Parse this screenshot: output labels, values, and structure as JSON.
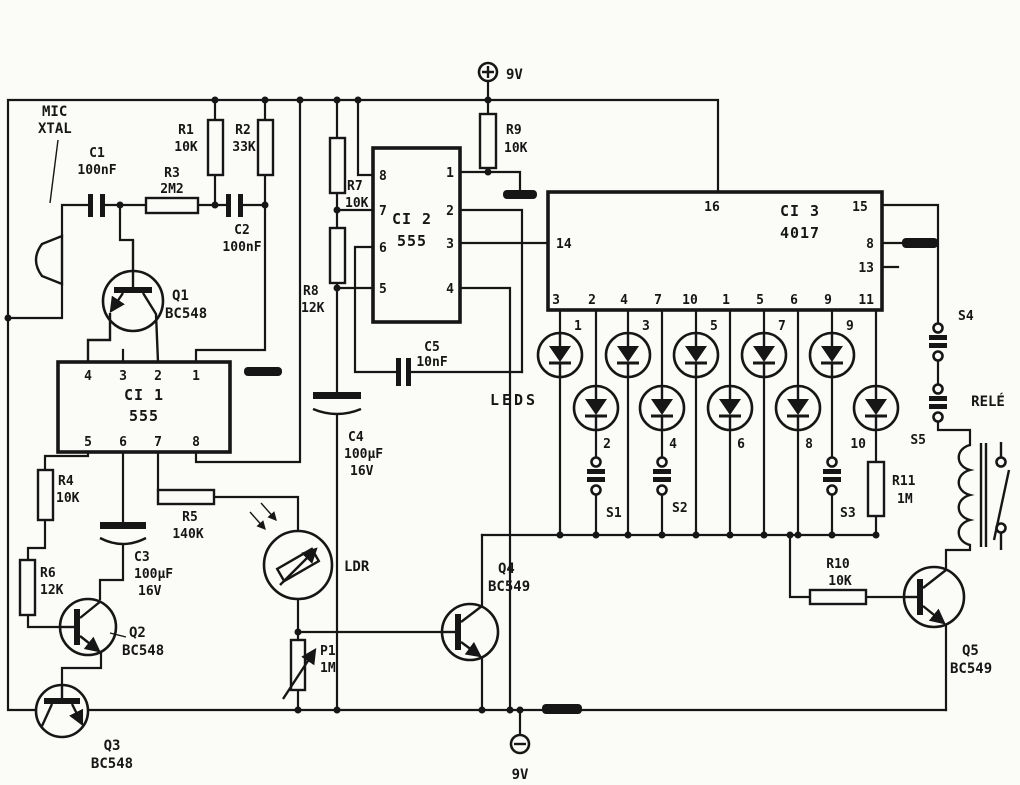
{
  "power": {
    "plus_label": "9V",
    "minus_label": "9V"
  },
  "mic": {
    "line1": "MIC",
    "line2": "XTAL"
  },
  "r1": {
    "ref": "R1",
    "val": "10K"
  },
  "r2": {
    "ref": "R2",
    "val": "33K"
  },
  "r3": {
    "ref": "R3",
    "val": "2M2"
  },
  "r4": {
    "ref": "R4",
    "val": "10K"
  },
  "r5": {
    "ref": "R5",
    "val": "140K"
  },
  "r6": {
    "ref": "R6",
    "val": "12K"
  },
  "r7": {
    "ref": "R7",
    "val": "10K"
  },
  "r8": {
    "ref": "R8",
    "val": "12K"
  },
  "r9": {
    "ref": "R9",
    "val": "10K"
  },
  "r10": {
    "ref": "R10",
    "val": "10K"
  },
  "r11": {
    "ref": "R11",
    "val": "1M"
  },
  "p1": {
    "ref": "P1",
    "val": "1M"
  },
  "c1": {
    "ref": "C1",
    "val": "100nF"
  },
  "c2": {
    "ref": "C2",
    "val": "100nF"
  },
  "c3": {
    "ref": "C3",
    "val": "100µF",
    "val2": "16V"
  },
  "c4": {
    "ref": "C4",
    "val": "100µF",
    "val2": "16V"
  },
  "c5": {
    "ref": "C5",
    "val": "10nF"
  },
  "q1": {
    "ref": "Q1",
    "part": "BC548"
  },
  "q2": {
    "ref": "Q2",
    "part": "BC548"
  },
  "q3": {
    "ref": "Q3",
    "part": "BC548"
  },
  "q4": {
    "ref": "Q4",
    "part": "BC549"
  },
  "q5": {
    "ref": "Q5",
    "part": "BC549"
  },
  "ci1": {
    "ref": "CI 1",
    "part": "555",
    "pins_top": [
      "4",
      "3",
      "2",
      "1"
    ],
    "pins_bottom": [
      "5",
      "6",
      "7",
      "8"
    ]
  },
  "ci2": {
    "ref": "CI 2",
    "part": "555",
    "pins_left": [
      "8",
      "7",
      "6",
      "5"
    ],
    "pins_right": [
      "1",
      "2",
      "3",
      "4"
    ]
  },
  "ci3": {
    "ref": "CI 3",
    "part": "4017",
    "pin14": "14",
    "pin16": "16",
    "pin15": "15",
    "pin8": "8",
    "pin13": "13",
    "pin11": "11",
    "pins_bottom": [
      "3",
      "2",
      "4",
      "7",
      "10",
      "1",
      "5",
      "6",
      "9"
    ]
  },
  "leds": {
    "label": "LEDS",
    "top_numbers": [
      "1",
      "3",
      "5",
      "7",
      "9"
    ],
    "bottom_numbers": [
      "2",
      "4",
      "6",
      "8",
      "10"
    ]
  },
  "switches": {
    "s1": "S1",
    "s2": "S2",
    "s3": "S3",
    "s4": "S4",
    "s5": "S5"
  },
  "ldr_label": "LDR",
  "relay_label": "RELÉ"
}
